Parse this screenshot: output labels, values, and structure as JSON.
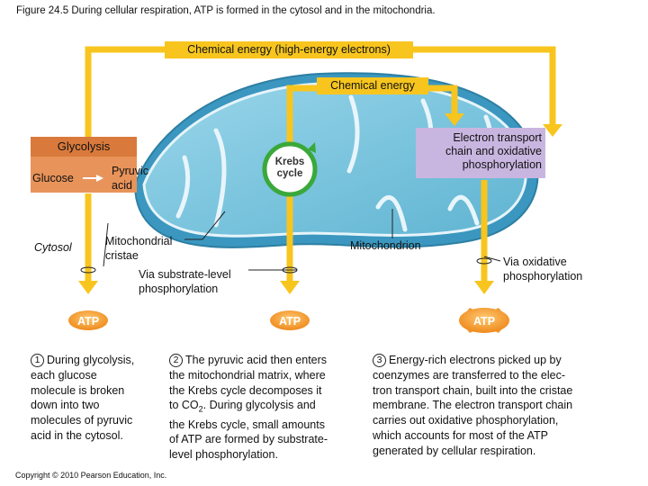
{
  "title": "Figure 24.5  During cellular respiration, ATP is formed in the cytosol and in the mitochondria.",
  "banner_high_energy": "Chemical energy (high-energy electrons)",
  "banner_chemical": "Chemical energy",
  "glycolysis": {
    "header": "Glycolysis",
    "glucose": "Glucose",
    "pyruvic_line1": "Pyruvic",
    "pyruvic_line2": "acid"
  },
  "krebs": {
    "line1": "Krebs",
    "line2": "cycle"
  },
  "etc": {
    "line1": "Electron transport",
    "line2": "chain and oxidative",
    "line3": "phosphorylation"
  },
  "labels": {
    "cytosol": "Cytosol",
    "mito_cristae_1": "Mitochondrial",
    "mito_cristae_2": "cristae",
    "mitochondrion": "Mitochondrion",
    "substrate_1": "Via substrate-level",
    "substrate_2": "phosphorylation",
    "oxidative_1": "Via oxidative",
    "oxidative_2": "phosphorylation"
  },
  "atp": [
    "ATP",
    "ATP",
    "ATP"
  ],
  "captions": [
    {
      "num": "1",
      "lines": [
        "During glycolysis,",
        "each glucose",
        "molecule is broken",
        "down into two",
        "molecules of pyruvic",
        "acid in the cytosol."
      ]
    },
    {
      "num": "2",
      "line1": "The pyruvic acid then enters",
      "line2": "the mitochondrial matrix, where",
      "line3": "the Krebs cycle decomposes it",
      "line4a": "to CO",
      "line4sub": "2",
      "line4b": ". During glycolysis and",
      "line5": "the Krebs cycle, small amounts",
      "line6": "of ATP are formed by substrate-",
      "line7": "level phosphorylation."
    },
    {
      "num": "3",
      "lines": [
        "Energy-rich electrons picked up by",
        "coenzymes are transferred to the elec-",
        "tron transport chain, built into the cristae",
        "membrane. The electron transport chain",
        "carries out oxidative phosphorylation,",
        "which accounts for most of the ATP",
        "generated by cellular respiration."
      ]
    }
  ],
  "copyright": "Copyright © 2010 Pearson Education, Inc.",
  "colors": {
    "arrow_yellow": "#f7c51e",
    "glycolysis_box": "#e8935a",
    "etc_box": "#c9b6e0",
    "krebs_green": "#3aa83a",
    "mito_outer": "#4aa8c8",
    "atp_orange": "#f09a2e"
  }
}
